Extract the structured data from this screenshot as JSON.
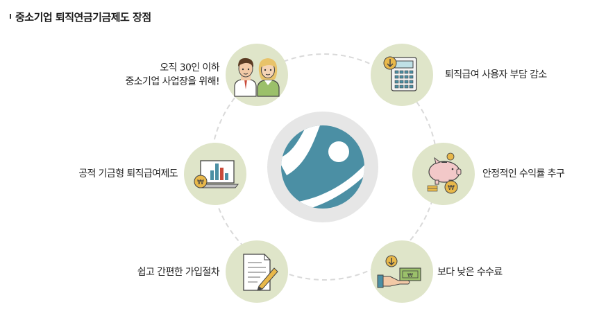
{
  "page": {
    "title": "중소기업 퇴직연금기금제도 장점"
  },
  "features": {
    "small_business": {
      "line1": "오직 30인 이하",
      "line2": "중소기업 사업장을 위해!",
      "icon": "two-people-icon"
    },
    "cost_reduction": {
      "label": "퇴직급여 사용자 부담 감소",
      "icon": "calculator-icon"
    },
    "public_fund": {
      "label": "공적 기금형 퇴직급여제도",
      "icon": "laptop-chart-icon"
    },
    "stable_return": {
      "label": "안정적인 수익률 추구",
      "icon": "piggy-bank-icon"
    },
    "easy_signup": {
      "label": "쉽고 간편한 가입절차",
      "icon": "document-pen-icon"
    },
    "low_fee": {
      "label": "보다 낮은 수수료",
      "icon": "hand-money-icon"
    }
  },
  "colors": {
    "circle_fill": "#dfe5c9",
    "center_fill": "#e6e6e6",
    "logo_blue": "#4b8fa4",
    "ring_stroke": "#d9d9d9"
  }
}
